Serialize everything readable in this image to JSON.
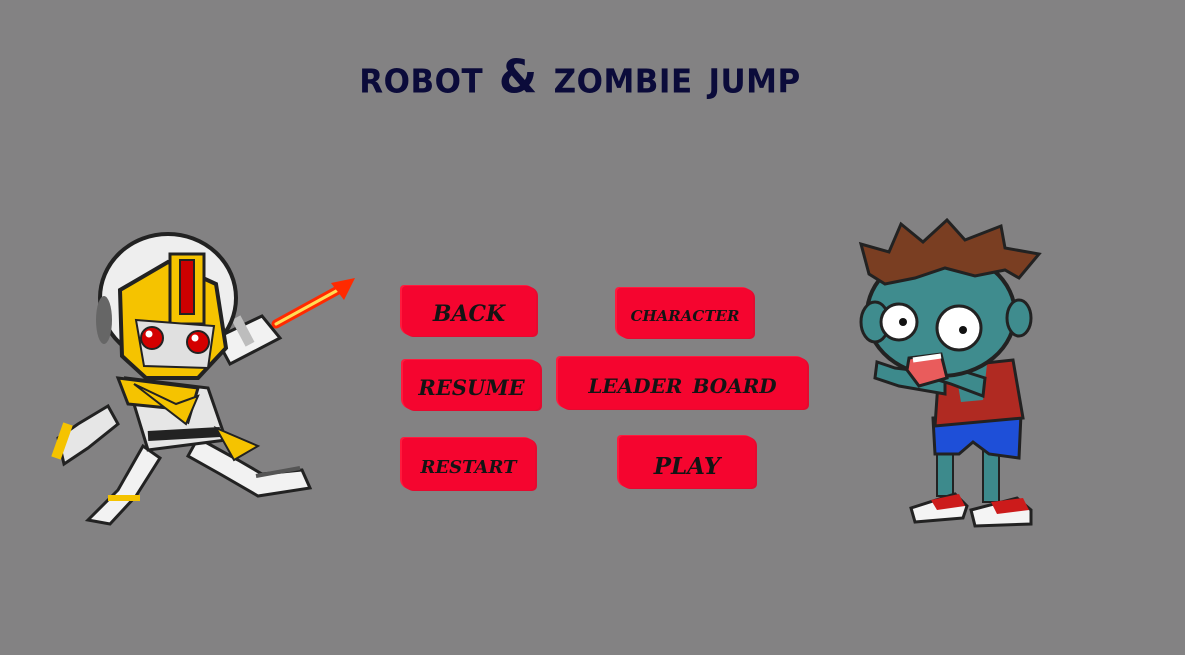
{
  "game": {
    "title": "Robot & Zombie Jump"
  },
  "menu": {
    "back": "Back",
    "character": "Character",
    "resume": "Resume",
    "leader_board": "Leader Board",
    "restart": "Restart",
    "play": "Play"
  },
  "colors": {
    "background": "#838283",
    "button": "#f5052f",
    "title": "#0b0b3a"
  },
  "icons": [
    "robot-character-icon",
    "zombie-character-icon"
  ]
}
